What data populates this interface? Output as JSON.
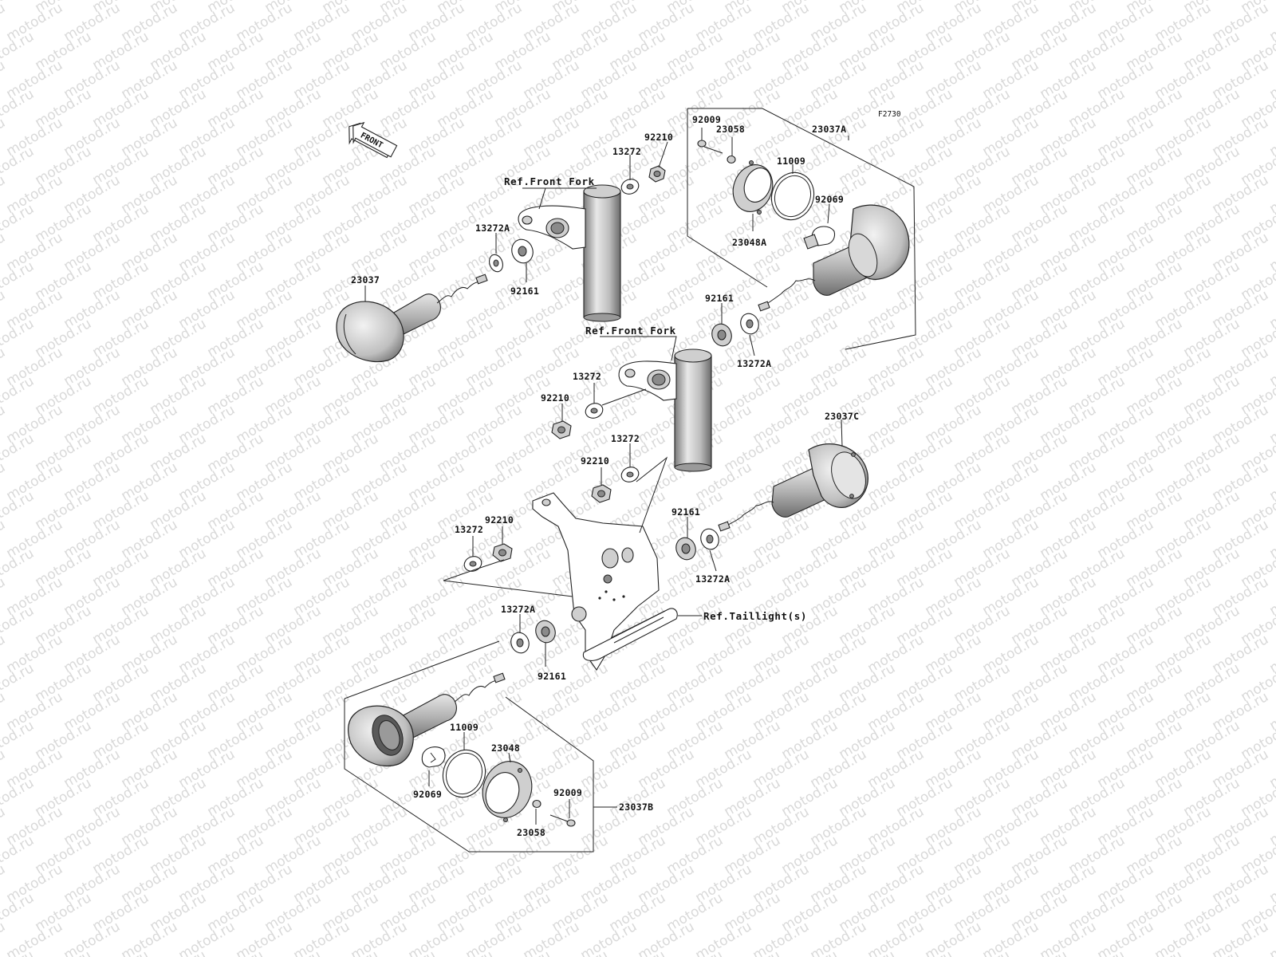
{
  "diagram_code": "F2730",
  "watermark": "motod.ru",
  "front_label": "FRONT",
  "refs": [
    {
      "id": "ref-front-fork-upper",
      "text": "Ref.Front Fork"
    },
    {
      "id": "ref-front-fork-lower",
      "text": "Ref.Front Fork"
    },
    {
      "id": "ref-taillight",
      "text": "Ref.Taillight(s)"
    }
  ],
  "labels": [
    {
      "id": "p92009-a",
      "text": "92009"
    },
    {
      "id": "p23058-a",
      "text": "23058"
    },
    {
      "id": "p23037A",
      "text": "23037A"
    },
    {
      "id": "p11009-a",
      "text": "11009"
    },
    {
      "id": "p92069-a",
      "text": "92069"
    },
    {
      "id": "p23048A",
      "text": "23048A"
    },
    {
      "id": "p92210-a",
      "text": "92210"
    },
    {
      "id": "p13272-a",
      "text": "13272"
    },
    {
      "id": "p13272A-a",
      "text": "13272A"
    },
    {
      "id": "p92161-a",
      "text": "92161"
    },
    {
      "id": "p23037",
      "text": "23037"
    },
    {
      "id": "p92161-b",
      "text": "92161"
    },
    {
      "id": "p13272A-b",
      "text": "13272A"
    },
    {
      "id": "p13272-b",
      "text": "13272"
    },
    {
      "id": "p92210-b",
      "text": "92210"
    },
    {
      "id": "p23037C",
      "text": "23037C"
    },
    {
      "id": "p13272-c",
      "text": "13272"
    },
    {
      "id": "p92210-c",
      "text": "92210"
    },
    {
      "id": "p92161-c",
      "text": "92161"
    },
    {
      "id": "p92210-d",
      "text": "92210"
    },
    {
      "id": "p13272-d",
      "text": "13272"
    },
    {
      "id": "p13272A-c",
      "text": "13272A"
    },
    {
      "id": "p13272A-d",
      "text": "13272A"
    },
    {
      "id": "p92161-d",
      "text": "92161"
    },
    {
      "id": "p11009-b",
      "text": "11009"
    },
    {
      "id": "p23048",
      "text": "23048"
    },
    {
      "id": "p92069-b",
      "text": "92069"
    },
    {
      "id": "p92009-b",
      "text": "92009"
    },
    {
      "id": "p23037B",
      "text": "23037B"
    },
    {
      "id": "p23058-b",
      "text": "23058"
    }
  ]
}
